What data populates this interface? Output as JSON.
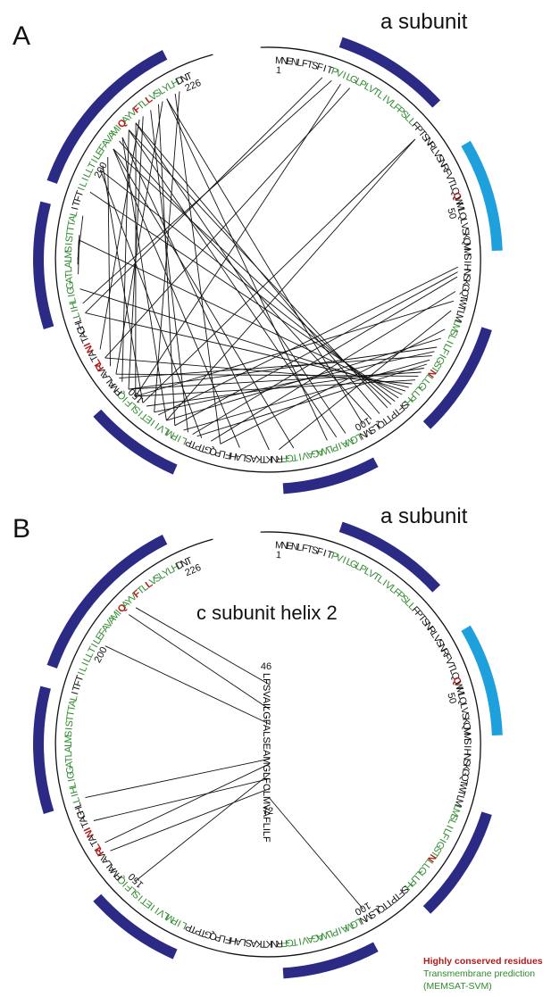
{
  "colors": {
    "tm_segment": "#2b2a85",
    "special_segment": "#1ea0dc",
    "transmembrane_text": "#2e8b2e",
    "conserved_text": "#b31b1b",
    "normal_text": "#111111",
    "crosslink": "#111111"
  },
  "panel_a": {
    "letter": "A",
    "title": "a subunit",
    "tick_labels": [
      "1",
      "50",
      "100",
      "150",
      "200",
      "226"
    ]
  },
  "panel_b": {
    "letter": "B",
    "title": "a subunit",
    "helix_title": "c subunit helix 2",
    "tick_labels": [
      "1",
      "50",
      "100",
      "150",
      "200",
      "226"
    ],
    "helix_start": "46",
    "helix_end": "72",
    "helix_sequence": "LFSVAILGFALSEAMGLFCLMVAFLILF"
  },
  "sequence_segments": [
    {
      "text": "MNENLFTSFIT",
      "type": "n"
    },
    {
      "text": "PVILGLPLVTLIVLFPSLL",
      "type": "tm"
    },
    {
      "text": "FPTSNRLVSNRFVTLQ",
      "type": "n"
    },
    {
      "text": "Q",
      "type": "c"
    },
    {
      "text": "WMLQLVSKQMMSIHNSKGQTWTLM",
      "type": "n"
    },
    {
      "text": "LMSLILFIGST",
      "type": "tm"
    },
    {
      "text": "N",
      "type": "c"
    },
    {
      "text": "LLGLLPH",
      "type": "tm"
    },
    {
      "text": "SFTPTTQLSMN",
      "type": "n"
    },
    {
      "text": "LGMAIPLWAGAVITGF",
      "type": "tm"
    },
    {
      "text": "RNKTKASLAHFLPQGTPTP",
      "type": "n"
    },
    {
      "text": "LIPMLVIIETISLFIQ",
      "type": "tm"
    },
    {
      "text": "PMALAV",
      "type": "n"
    },
    {
      "text": "R",
      "type": "c"
    },
    {
      "text": "L",
      "type": "c"
    },
    {
      "text": "TA",
      "type": "n"
    },
    {
      "text": "N",
      "type": "c"
    },
    {
      "text": "I",
      "type": "c"
    },
    {
      "text": "TAGHL",
      "type": "n"
    },
    {
      "text": "LIHLIGGATLALMSISTTTAL",
      "type": "tm"
    },
    {
      "text": "ITFT",
      "type": "n"
    },
    {
      "text": "ILILLTILEFAVAMI",
      "type": "tm"
    },
    {
      "text": "Q",
      "type": "c"
    },
    {
      "text": "AYV",
      "type": "tm"
    },
    {
      "text": "F",
      "type": "c"
    },
    {
      "text": "TL",
      "type": "tm"
    },
    {
      "text": "L",
      "type": "c"
    },
    {
      "text": "VSLYLH",
      "type": "tm"
    },
    {
      "text": "DNT",
      "type": "n"
    }
  ],
  "crosslinks_a": [
    [
      10,
      170
    ],
    [
      12,
      172
    ],
    [
      14,
      150
    ],
    [
      16,
      160
    ],
    [
      33,
      142
    ],
    [
      33,
      148
    ],
    [
      61,
      144
    ],
    [
      62,
      140
    ],
    [
      63,
      136
    ],
    [
      66,
      132
    ],
    [
      68,
      150
    ],
    [
      70,
      118
    ],
    [
      74,
      130
    ],
    [
      76,
      142
    ],
    [
      78,
      152
    ],
    [
      79,
      145
    ],
    [
      80,
      155
    ],
    [
      81,
      138
    ],
    [
      82,
      135
    ],
    [
      83,
      147
    ],
    [
      84,
      152
    ],
    [
      85,
      156
    ],
    [
      86,
      150
    ],
    [
      87,
      160
    ],
    [
      88,
      170
    ],
    [
      89,
      175
    ],
    [
      90,
      185
    ],
    [
      91,
      195
    ],
    [
      92,
      200
    ],
    [
      93,
      205
    ],
    [
      94,
      210
    ],
    [
      96,
      212
    ],
    [
      98,
      207
    ],
    [
      100,
      220
    ],
    [
      104,
      212
    ],
    [
      106,
      210
    ],
    [
      108,
      220
    ],
    [
      115,
      205
    ],
    [
      120,
      208
    ],
    [
      126,
      205
    ],
    [
      130,
      222
    ],
    [
      134,
      200
    ],
    [
      137,
      216
    ],
    [
      140,
      218
    ],
    [
      142,
      208
    ],
    [
      145,
      223
    ],
    [
      148,
      201
    ],
    [
      150,
      212
    ],
    [
      152,
      214
    ],
    [
      154,
      210
    ],
    [
      156,
      219
    ],
    [
      158,
      203
    ],
    [
      162,
      213
    ],
    [
      178,
      186
    ],
    [
      180,
      185
    ],
    [
      181,
      190
    ]
  ],
  "crosslinks_b": [
    [
      212,
      48
    ],
    [
      210,
      53
    ],
    [
      202,
      56
    ],
    [
      170,
      63
    ],
    [
      165,
      67
    ],
    [
      160,
      64
    ],
    [
      158,
      69
    ],
    [
      150,
      66
    ],
    [
      100,
      71
    ]
  ],
  "legend": {
    "conserved": "Highly conserved residues",
    "transmembrane_line1": "Transmembrane prediction",
    "transmembrane_line2": "(MEMSAT-SVM)"
  }
}
